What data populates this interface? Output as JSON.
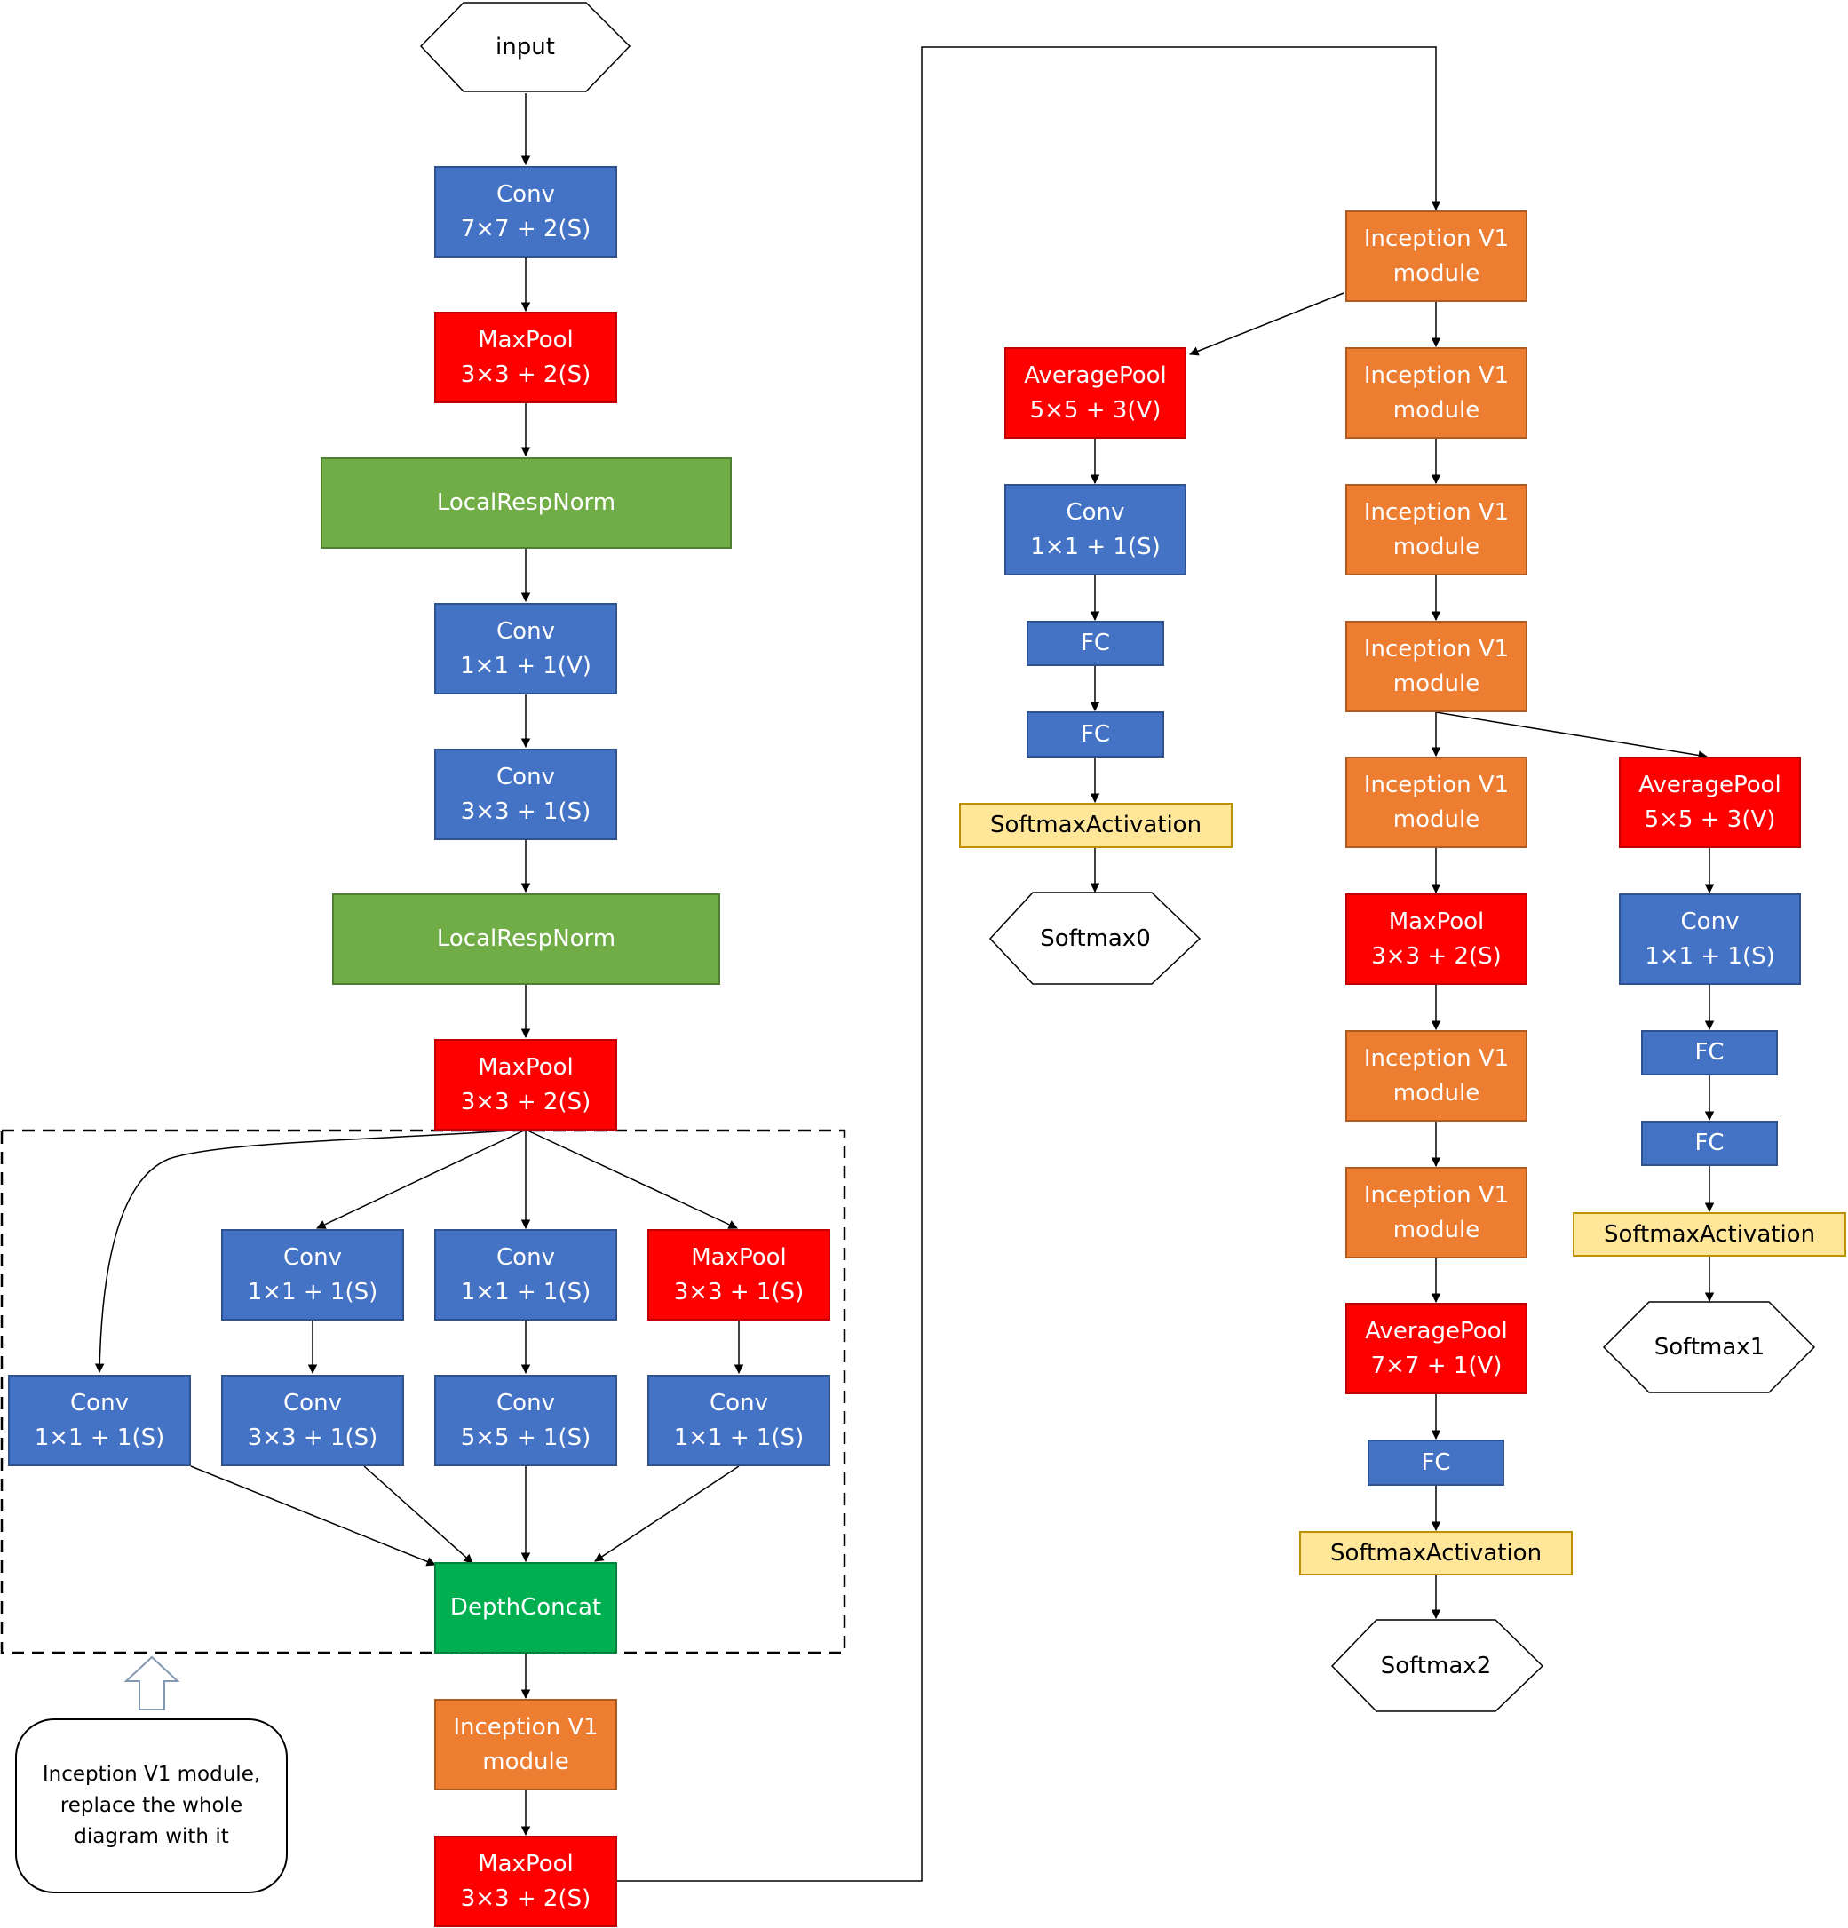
{
  "diagram": {
    "input": "input",
    "conv_7x7": {
      "op": "Conv",
      "param": "7×7 + 2(S)"
    },
    "maxpool_1": {
      "op": "MaxPool",
      "param": "3×3 + 2(S)"
    },
    "localrespnorm_1": "LocalRespNorm",
    "conv_1x1_v": {
      "op": "Conv",
      "param": "1×1 + 1(V)"
    },
    "conv_3x3": {
      "op": "Conv",
      "param": "3×3 + 1(S)"
    },
    "localrespnorm_2": "LocalRespNorm",
    "maxpool_2": {
      "op": "MaxPool",
      "param": "3×3 + 2(S)"
    },
    "module_detail": {
      "branch_reduce_3x3": {
        "op": "Conv",
        "param": "1×1 + 1(S)"
      },
      "branch_reduce_5x5": {
        "op": "Conv",
        "param": "1×1 + 1(S)"
      },
      "branch_pool": {
        "op": "MaxPool",
        "param": "3×3 + 1(S)"
      },
      "branch_1x1": {
        "op": "Conv",
        "param": "1×1 + 1(S)"
      },
      "branch_3x3": {
        "op": "Conv",
        "param": "3×3 + 1(S)"
      },
      "branch_5x5": {
        "op": "Conv",
        "param": "5×5 + 1(S)"
      },
      "branch_pool_proj": {
        "op": "Conv",
        "param": "1×1 + 1(S)"
      },
      "concat": "DepthConcat"
    },
    "note": "Inception V1 module, replace the whole diagram with it",
    "inception_module_label": "Inception V1\nmodule",
    "maxpool_3": {
      "op": "MaxPool",
      "param": "3×3 + 2(S)"
    },
    "maxpool_4": {
      "op": "MaxPool",
      "param": "3×3 + 2(S)"
    },
    "final_avgpool": {
      "op": "AveragePool",
      "param": "7×7 + 1(V)"
    },
    "final_fc": "FC",
    "final_activation": "SoftmaxActivation",
    "final_output": "Softmax2",
    "aux0": {
      "avgpool": {
        "op": "AveragePool",
        "param": "5×5 + 3(V)"
      },
      "conv": {
        "op": "Conv",
        "param": "1×1 + 1(S)"
      },
      "fc_1": "FC",
      "fc_2": "FC",
      "activation": "SoftmaxActivation",
      "output": "Softmax0"
    },
    "aux1": {
      "avgpool": {
        "op": "AveragePool",
        "param": "5×5 + 3(V)"
      },
      "conv": {
        "op": "Conv",
        "param": "1×1 + 1(S)"
      },
      "fc_1": "FC",
      "fc_2": "FC",
      "activation": "SoftmaxActivation",
      "output": "Softmax1"
    },
    "colors": {
      "conv_fc": "#4472C4",
      "pool": "#FF0000",
      "localrespnorm": "#70AD47",
      "depthconcat": "#00B050",
      "inception_module": "#ED7D31",
      "softmax_activation": "#FFE699"
    }
  }
}
